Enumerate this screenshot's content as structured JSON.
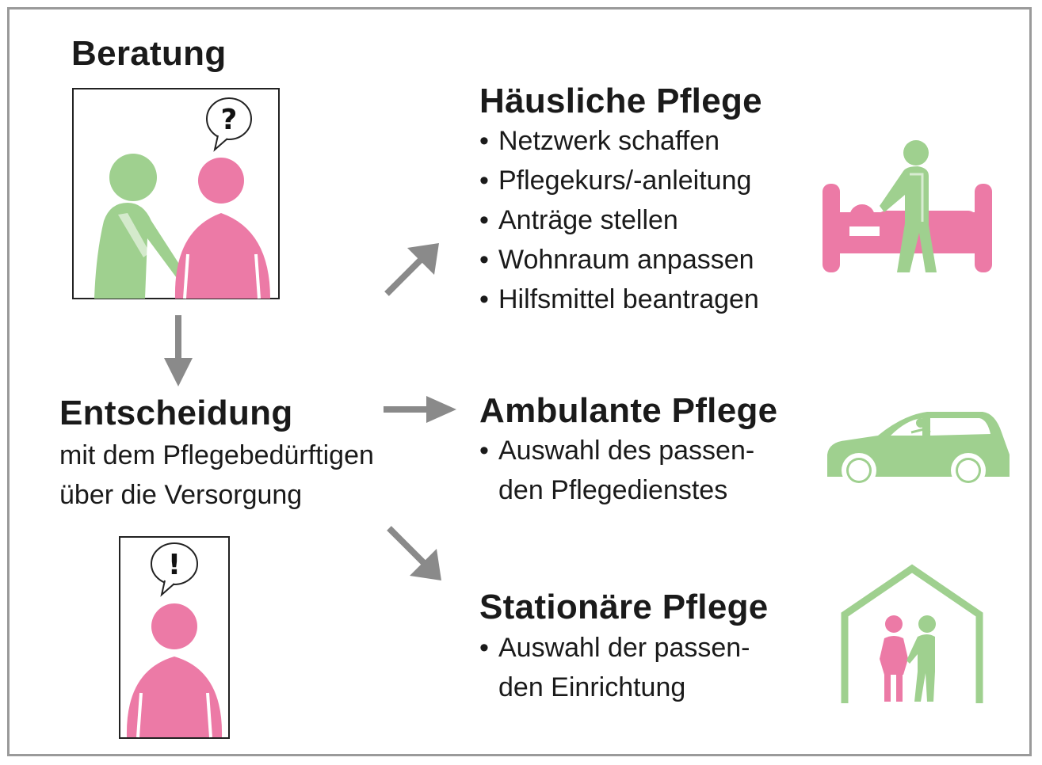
{
  "beratung": {
    "title": "Beratung",
    "bubble_symbol": "?"
  },
  "entscheidung": {
    "title": "Entscheidung",
    "subtitle_line1": "mit dem Pflegebedürftigen",
    "subtitle_line2": "über die Versorgung",
    "bubble_symbol": "!"
  },
  "haeusliche_pflege": {
    "title": "Häusliche Pflege",
    "items": [
      "Netzwerk schaffen",
      "Pflegekurs/-anleitung",
      "Anträge stellen",
      "Wohnraum anpassen",
      "Hilfsmittel beantragen"
    ]
  },
  "ambulante_pflege": {
    "title": "Ambulante Pflege",
    "item_line1": "Auswahl des passen-",
    "item_line2": "den Pflegedienstes"
  },
  "stationaere_pflege": {
    "title": "Stationäre Pflege",
    "item_line1": "Auswahl der passen-",
    "item_line2": "den Einrichtung"
  },
  "colors": {
    "green": "#9fd08f",
    "pink": "#ec7aa6",
    "arrow_gray": "#8a8a8a",
    "frame_gray": "#9a9a9a"
  },
  "icons": [
    "question-icon",
    "exclamation-icon",
    "bed-care-icon",
    "car-icon",
    "house-icon",
    "arrow-icon"
  ]
}
